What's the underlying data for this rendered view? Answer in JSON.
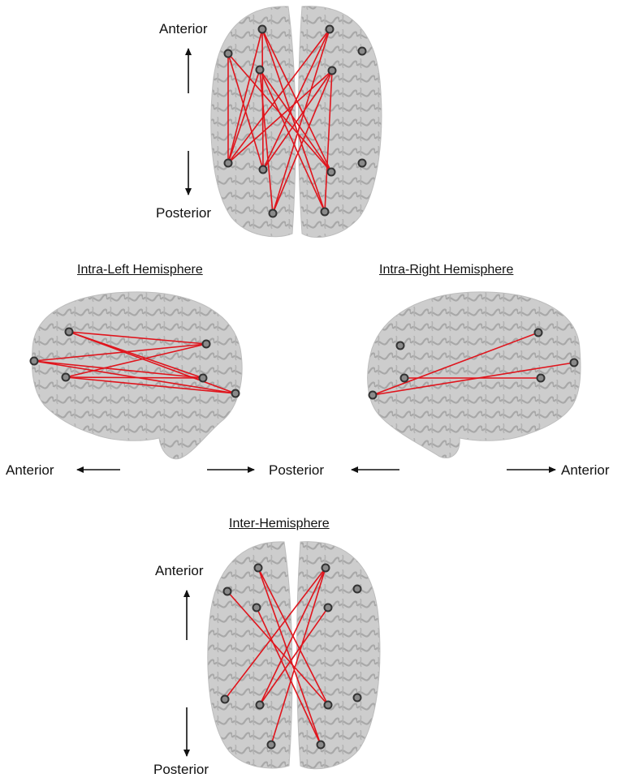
{
  "labels": {
    "top_anterior": "Anterior",
    "top_posterior": "Posterior",
    "left_anterior": "Anterior",
    "middle_posterior": "Posterior",
    "right_anterior": "Anterior",
    "bottom_anterior": "Anterior",
    "bottom_posterior": "Posterior"
  },
  "titles": {
    "intra_left": "Intra-Left Hemisphere",
    "intra_right": "Intra-Right Hemisphere",
    "inter": "Inter-Hemisphere"
  },
  "colors": {
    "brain_fill": "#c9c9c9",
    "brain_sulci": "#9a9a9a",
    "connection": "#e0141c",
    "node_ring": "#333333",
    "arrow": "#111111"
  }
}
